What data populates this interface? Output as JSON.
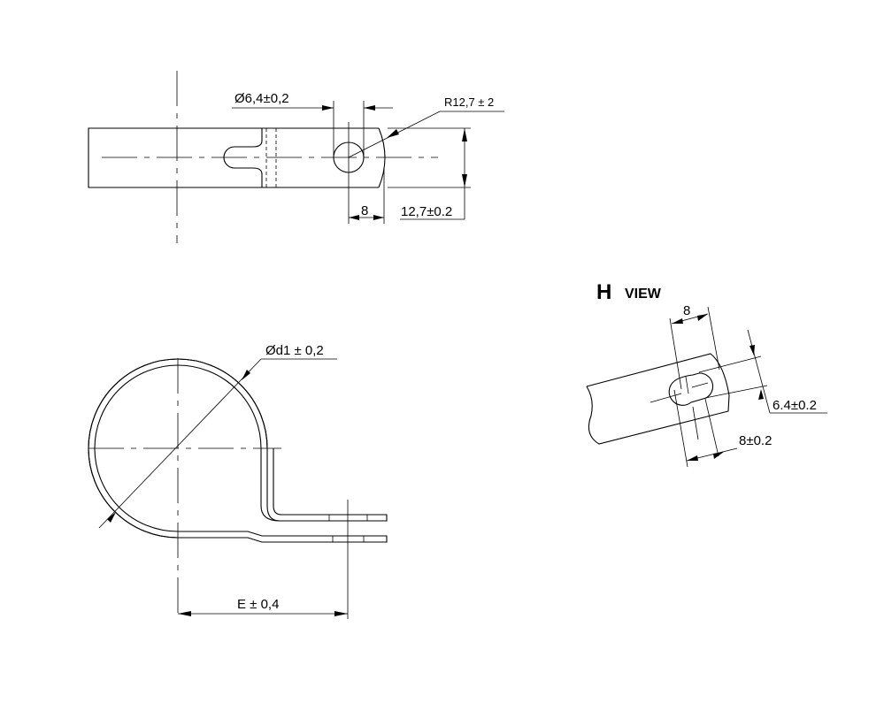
{
  "top_view": {
    "dim_hole_diameter": "Ø6,4±0,2",
    "dim_radius": "R12,7 ± 2",
    "dim_hole_offset": "8",
    "dim_width": "12,7±0.2"
  },
  "side_view": {
    "dim_diameter": "Ød1 ± 0,2",
    "dim_E": "E ± 0,4"
  },
  "h_view": {
    "title_letter": "H",
    "title_word": "VIEW",
    "dim_top": "8",
    "dim_slot_width": "6.4±0.2",
    "dim_slot_length": "8±0.2"
  }
}
